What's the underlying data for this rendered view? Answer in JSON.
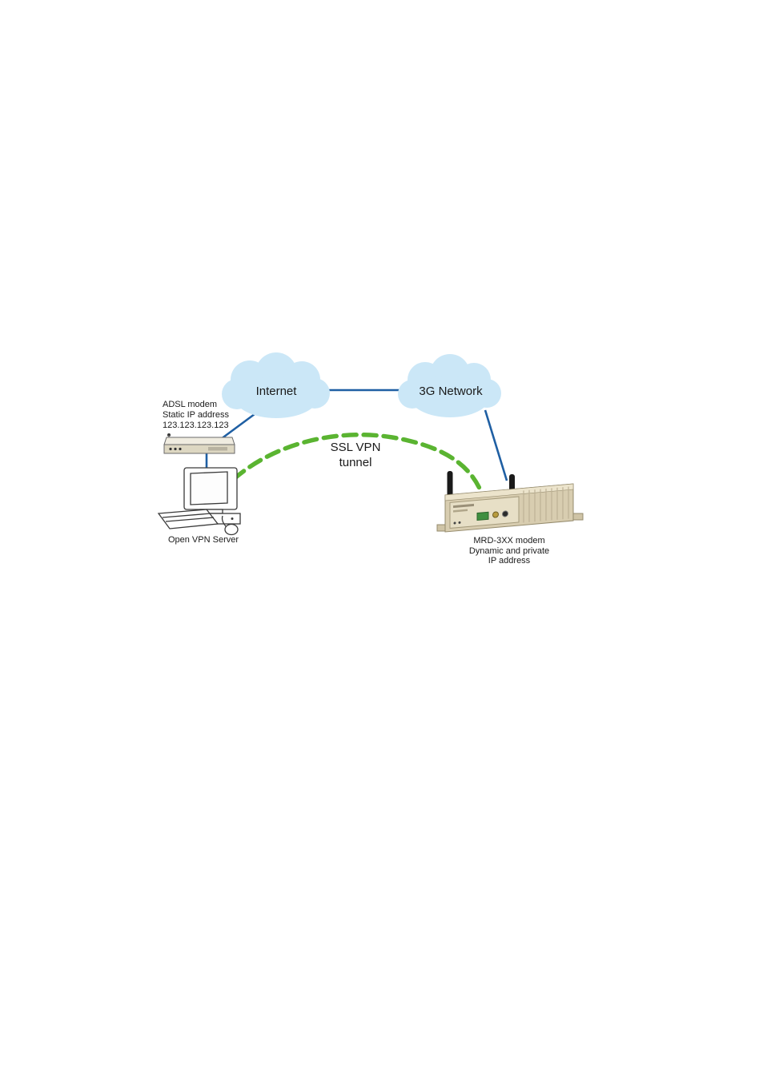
{
  "labels": {
    "internet": "Internet",
    "network3g": "3G Network",
    "ssl_line1": "SSL VPN",
    "ssl_line2": "tunnel",
    "adsl_line1": "ADSL modem",
    "adsl_line2": "Static IP address",
    "adsl_line3": "123.123.123.123",
    "server": "Open VPN Server",
    "mrd_line1": "MRD-3XX modem",
    "mrd_line2": "Dynamic and private",
    "mrd_line3": "IP address"
  },
  "colors": {
    "cloud_fill": "#cbe7f7",
    "link_line": "#1f5fa3",
    "tunnel": "#5ab431",
    "device_body": "#d8cdb0"
  }
}
